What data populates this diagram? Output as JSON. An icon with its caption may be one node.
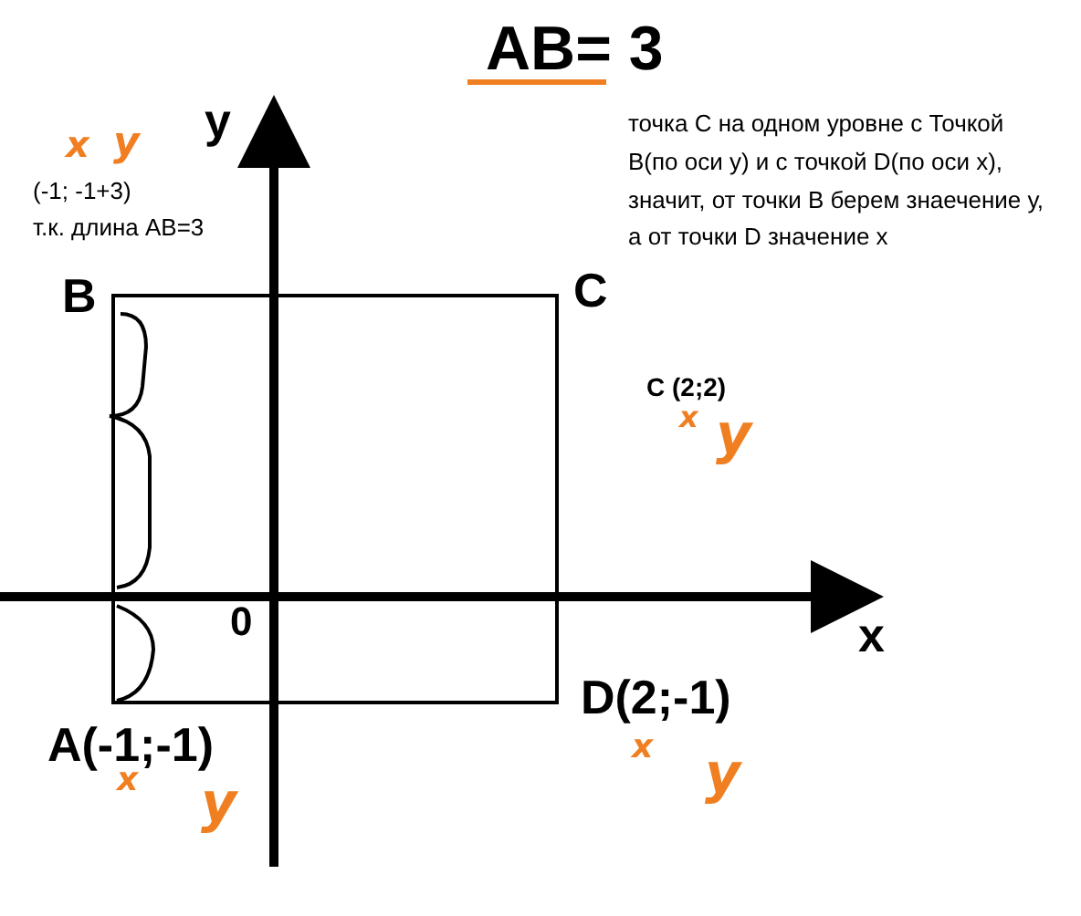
{
  "diagram": {
    "title": "AB= 3",
    "labels": [
      "x",
      "y",
      "y",
      "точка С на одном уровне с Точкой В(по оси у) и с точкой D(по оси х), значит, от точки В берем знаечение у, а от точки D значение х",
      "(-1; -1+3)",
      "т.к. длина AB=3",
      "B",
      "C",
      "C (2;2)",
      "x",
      "y",
      "x",
      "0",
      "A(-1;-1)",
      "D(2;-1)",
      "x",
      "y",
      "x",
      "y"
    ]
  }
}
